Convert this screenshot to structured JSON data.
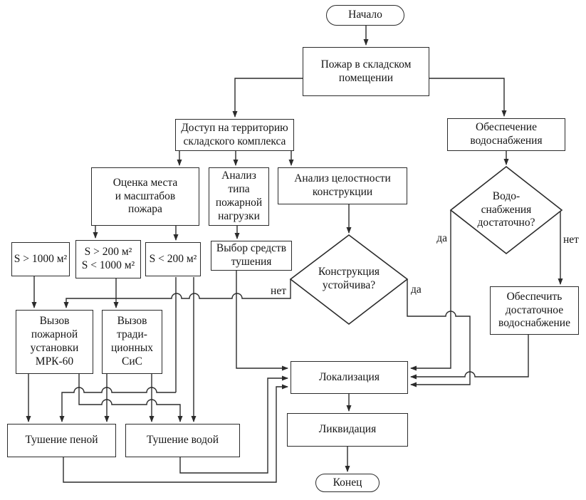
{
  "nodes": {
    "start": {
      "label": "Начало",
      "shape": "terminator"
    },
    "fire": {
      "label": "Пожар в складском\nпомещении",
      "shape": "process"
    },
    "access": {
      "label": "Доступ на территорию\nскладского комплекса",
      "shape": "process"
    },
    "water_supply": {
      "label": "Обеспечение\nводоснабжения",
      "shape": "process"
    },
    "assess": {
      "label": "Оценка места\nи масштабов\nпожара",
      "shape": "process"
    },
    "load_type": {
      "label": "Анализ\nтипа\nпожарной\nнагрузки",
      "shape": "process"
    },
    "integrity": {
      "label": "Анализ целостности\nконструкции",
      "shape": "process"
    },
    "water_enough": {
      "label": "Водо-\nснабжения\nдостаточно?",
      "shape": "decision"
    },
    "s_gt_1000": {
      "label": "S > 1000 м²",
      "shape": "process"
    },
    "s_200_1000": {
      "label": "S > 200 м²\nS < 1000 м²",
      "shape": "process"
    },
    "s_lt_200": {
      "label": "S < 200 м²",
      "shape": "process"
    },
    "choose_means": {
      "label": "Выбор средств\nтушения",
      "shape": "process"
    },
    "stable": {
      "label": "Конструкция\nустойчива?",
      "shape": "decision"
    },
    "ensure_water": {
      "label": "Обеспечить\nдостаточное\nводоснабжение",
      "shape": "process"
    },
    "call_mrk": {
      "label": "Вызов\nпожарной\nустановки\nМРК-60",
      "shape": "process"
    },
    "call_sis": {
      "label": "Вызов\nтради-\nционных\nСиС",
      "shape": "process"
    },
    "localization": {
      "label": "Локализация",
      "shape": "process"
    },
    "liquidation": {
      "label": "Ликвидация",
      "shape": "process"
    },
    "foam": {
      "label": "Тушение пеной",
      "shape": "process"
    },
    "water_ext": {
      "label": "Тушение водой",
      "shape": "process"
    },
    "end": {
      "label": "Конец",
      "shape": "terminator"
    }
  },
  "edge_labels": {
    "water_enough_yes": "да",
    "water_enough_no": "нет",
    "stable_yes": "да",
    "stable_no": "нет"
  },
  "colors": {
    "line": "#2b2b2b",
    "background": "#ffffff"
  }
}
